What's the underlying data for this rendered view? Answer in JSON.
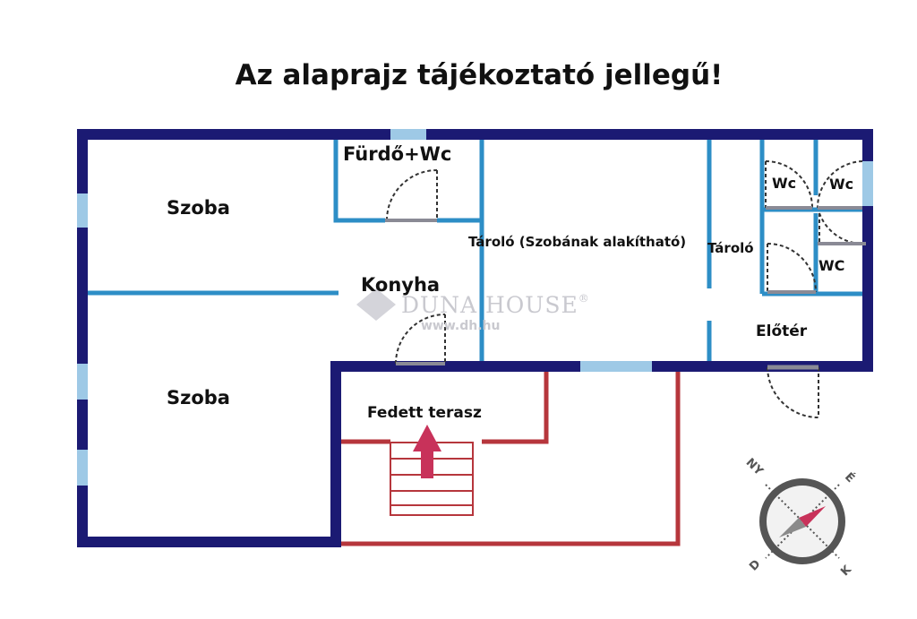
{
  "title": "Az alaprajz tájékoztató jellegű!",
  "rooms": {
    "szoba_top": "Szoba",
    "szoba_bottom": "Szoba",
    "furdo": "Fürdő+Wc",
    "konyha": "Konyha",
    "tarolo_big": "Tároló (Szobának alakítható)",
    "tarolo_small": "Tároló",
    "wc1": "Wc",
    "wc2": "Wc",
    "wc3": "WC",
    "eloter": "Előtér",
    "terasz": "Fedett terasz"
  },
  "watermark": {
    "name": "DUNA HOUSE",
    "reg": "®",
    "url": "www.dh.hu"
  },
  "compass": {
    "ny": "NY",
    "e": "É",
    "d": "D",
    "k": "K"
  },
  "colors": {
    "outer_wall": "#1b1a73",
    "inner_wall": "#2d8ec6",
    "terrace_wall": "#b6363c",
    "stairs": "#b6363c",
    "arrow": "#c8325a",
    "window": "#9ec9e6"
  }
}
